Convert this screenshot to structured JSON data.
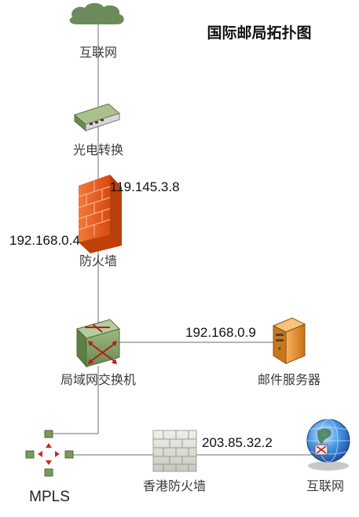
{
  "diagram": {
    "title": "国际邮局拓扑图",
    "nodes": {
      "internet_top": "互联网",
      "media_converter": "光电转换",
      "firewall": "防火墙",
      "lan_switch": "局域网交换机",
      "mail_server": "邮件服务器",
      "mpls": "MPLS",
      "hk_firewall": "香港防火墙",
      "internet_bottom": "互联网"
    },
    "ips": {
      "firewall_wan": "119.145.3.8",
      "firewall_lan": "192.168.0.4",
      "mail_server": "192.168.0.9",
      "hk_firewall": "203.85.32.2"
    },
    "icons": {
      "cloud": "cloud-icon",
      "media_converter": "media-converter-icon",
      "firewall": "brick-firewall-icon",
      "switch": "switch-icon",
      "server": "server-icon",
      "mpls": "mpls-router-icon",
      "hk_firewall": "gray-brick-wall-icon",
      "globe": "globe-icon"
    },
    "colors": {
      "line": "#8a8a8a",
      "cloud": "#6b8c5a",
      "firewall": "#e85a1c",
      "switch": "#7e9b62",
      "server": "#e08a2a",
      "mpls": "#7a9a5a",
      "globe": "#2a7ad0"
    }
  }
}
